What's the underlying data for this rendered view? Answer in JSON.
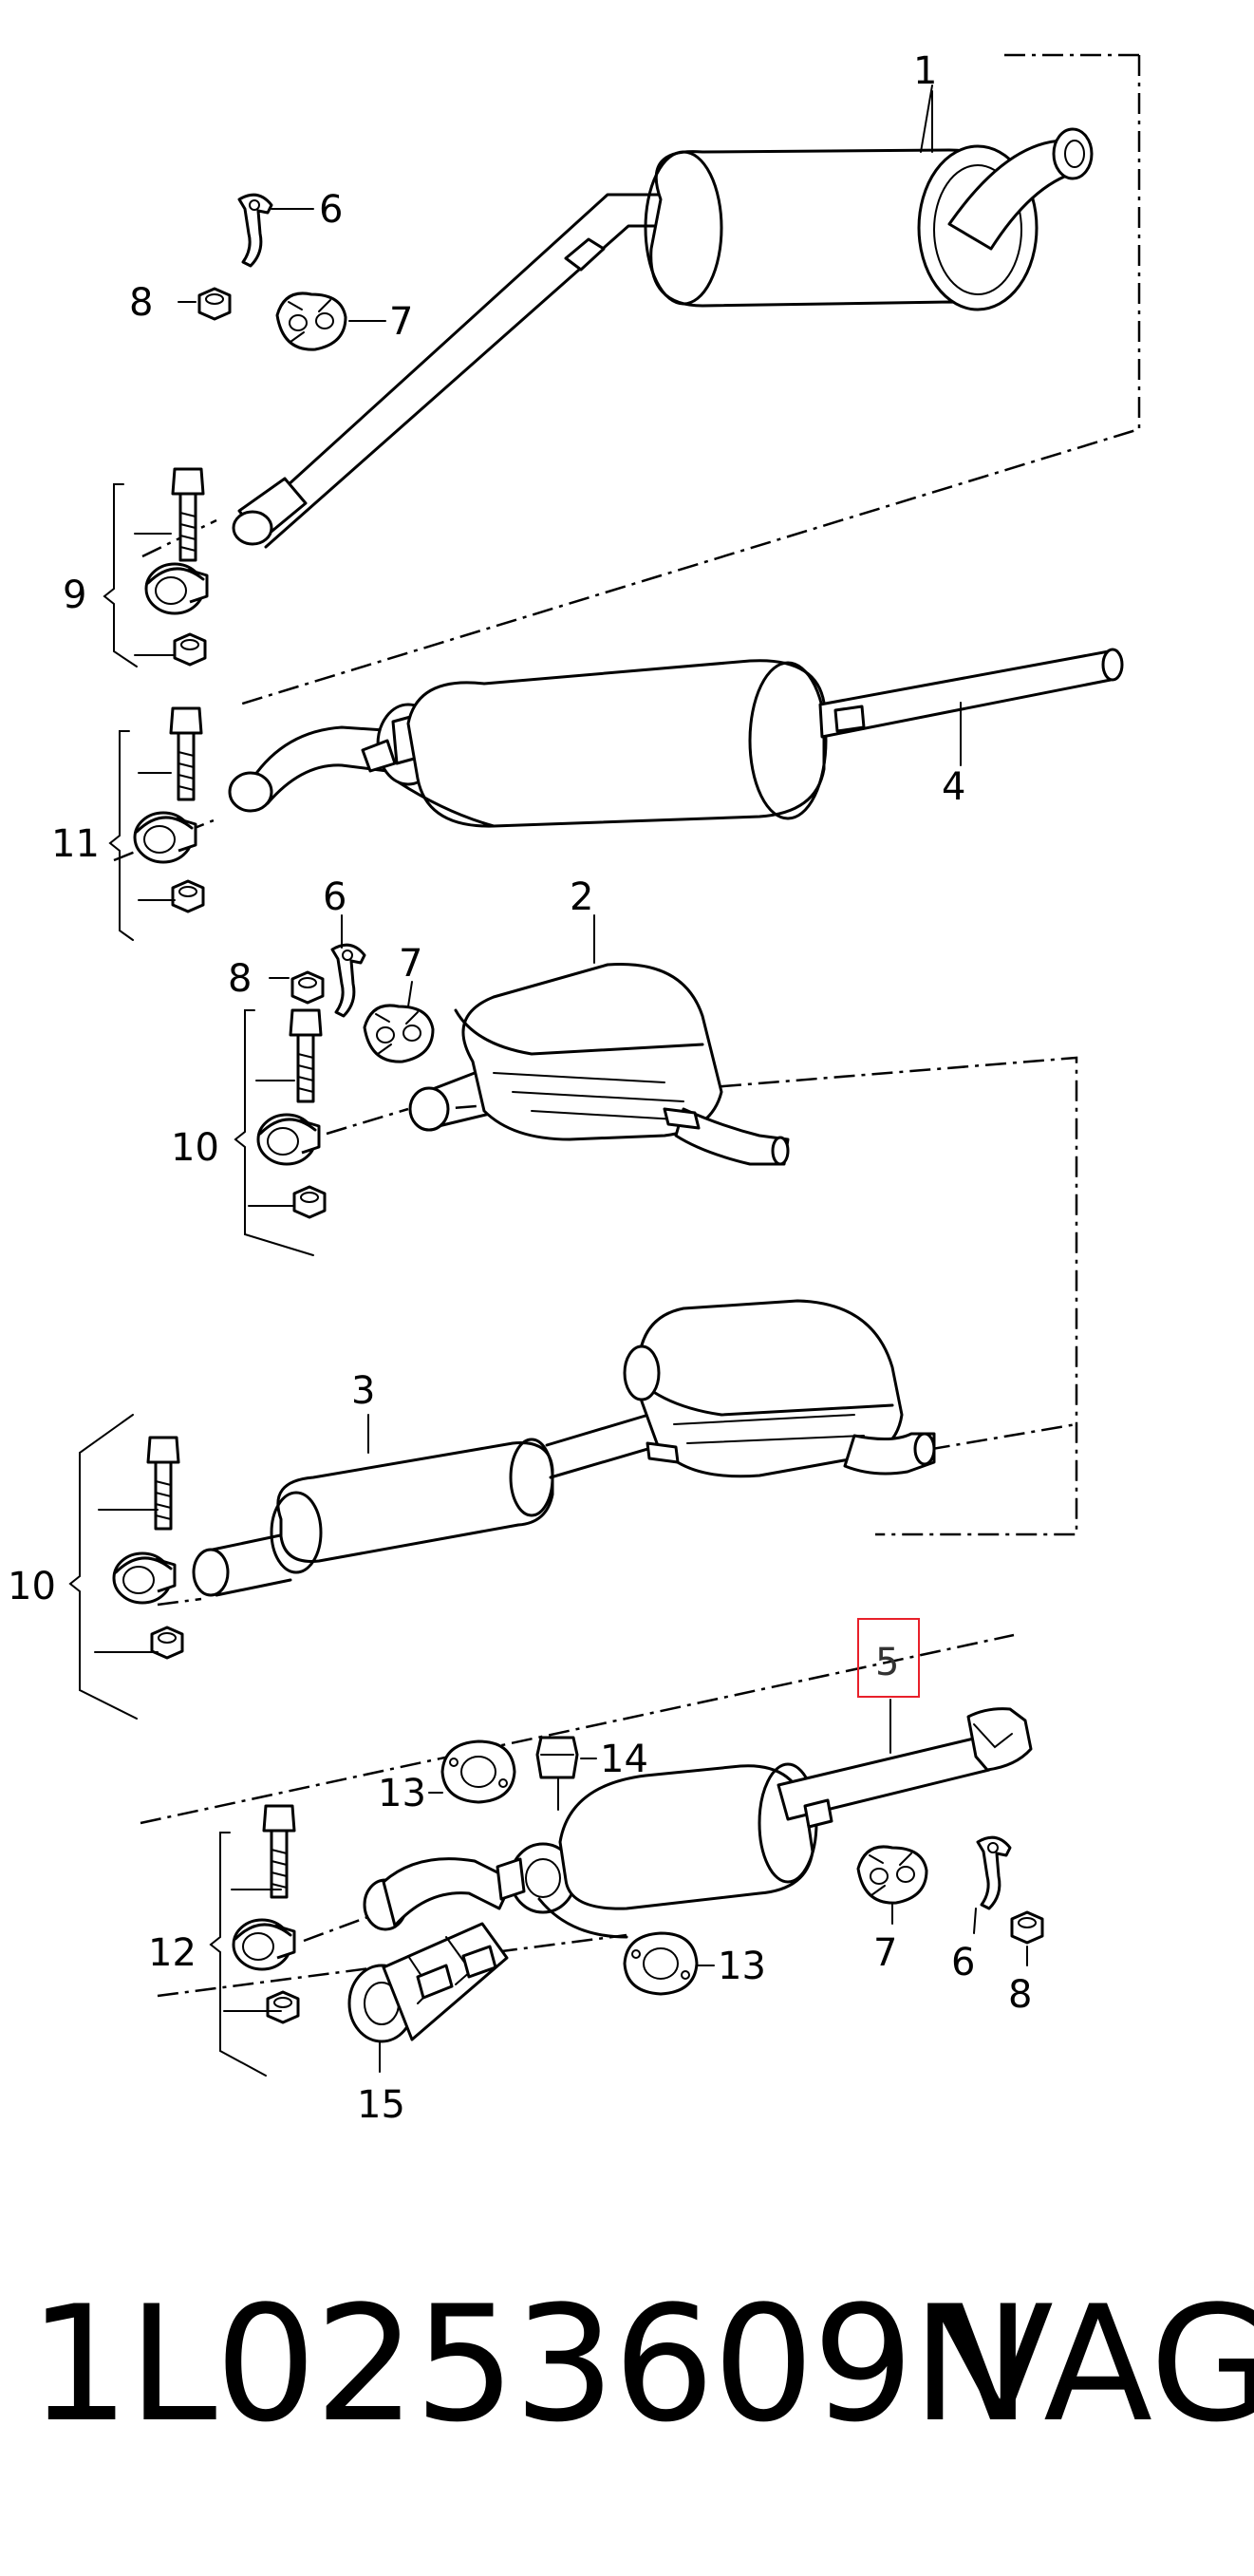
{
  "labels": {
    "p1": "1",
    "p2": "2",
    "p3": "3",
    "p4": "4",
    "p5": "5",
    "p6a": "6",
    "p6b": "6",
    "p6c": "6",
    "p7a": "7",
    "p7b": "7",
    "p7c": "7",
    "p8a": "8",
    "p8b": "8",
    "p8c": "8",
    "p9": "9",
    "p10a": "10",
    "p10b": "10",
    "p11": "11",
    "p12": "12",
    "p13a": "13",
    "p13b": "13",
    "p14": "14",
    "p15": "15"
  },
  "highlight": {
    "part": "5",
    "color": "#e8202a"
  },
  "footer": {
    "part_number": "1L0253609N",
    "brand": "VAG"
  }
}
